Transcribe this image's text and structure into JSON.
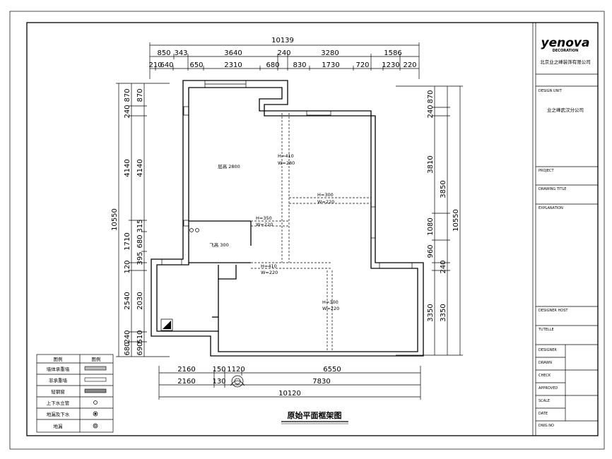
{
  "drawing_title": "原始平面框架图",
  "dims_top": {
    "total": "10139",
    "row1": [
      "850",
      "343",
      "3640",
      "240",
      "3280",
      "1586"
    ],
    "row2": [
      "210",
      "640",
      "650",
      "2310",
      "680",
      "830",
      "1730",
      "720",
      "1230",
      "220"
    ]
  },
  "dims_left": {
    "total": "10550",
    "outer": [
      "870",
      "240",
      "4140",
      "1710",
      "120",
      "2540",
      "240",
      "680"
    ],
    "inner": [
      "870",
      "4140",
      "315",
      "680",
      "395",
      "2030",
      "510",
      "690"
    ]
  },
  "dims_right": {
    "total": "10550",
    "outer": [
      "870",
      "240",
      "3810",
      "1080",
      "960",
      "3350"
    ],
    "inner": [
      "3850",
      "240",
      "3350"
    ]
  },
  "dims_bottom": {
    "row1": [
      "2160",
      "150",
      "1120",
      "6550"
    ],
    "row2": [
      "2160",
      "130",
      "7830"
    ],
    "total": "10120"
  },
  "rooms": [
    {
      "name": "层高 2800"
    },
    {
      "name": "飞高 300"
    }
  ],
  "beams": [
    {
      "h": "H=410",
      "w": "W=280"
    },
    {
      "h": "H=300",
      "w": "W=220"
    },
    {
      "h": "H=350",
      "w": "W=220"
    },
    {
      "h": "H=410",
      "w": "W=220"
    },
    {
      "h": "H=300",
      "w": "W=220"
    }
  ],
  "legend": {
    "header": [
      "图例",
      "图例"
    ],
    "rows": [
      "墙体承重墙",
      "非承重墙",
      "轻钢窗",
      "上下水立管",
      "地漏及下水",
      "地漏"
    ]
  },
  "title_block": {
    "brand": "yenova",
    "brand_sub": "DECORATION",
    "company": "北京业之峰装饰有限公司",
    "branch_label": "DESIGN UNIT",
    "branch": "业之峰武汉分公司",
    "project_label": "PROJECT",
    "drawing_title_label": "DRAWING TITLE",
    "explanation_label": "EXPLANATION",
    "designer_host_label": "DESIGNER HOST",
    "tutelle_label": "TUTELLE",
    "designer_label": "DESIGNER",
    "drawn_label": "DRAWN",
    "check_label": "CHECK",
    "approved_label": "APPROVED",
    "scale_label": "SCALE",
    "date_label": "DATE",
    "dwg_label": "DWG.NO"
  }
}
